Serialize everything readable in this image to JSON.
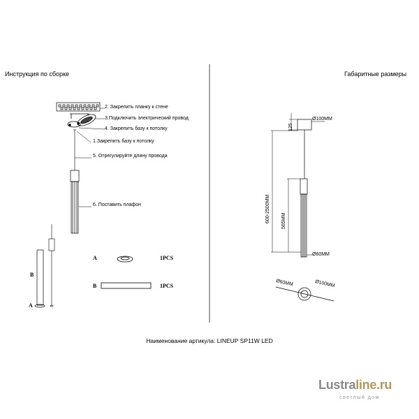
{
  "header": {
    "assembly_title": "Инструкция по сборке",
    "dimensions_title": "Габаритные размеры"
  },
  "steps": [
    {
      "num": "2.",
      "text": "Закрепить планку к стене"
    },
    {
      "num": "3.",
      "text": "Подключить электрический провод"
    },
    {
      "num": "4.",
      "text": "Закрепить базу к потолку"
    },
    {
      "num": "1.",
      "text": "Закрепить базу к потолку"
    },
    {
      "num": "5.",
      "text": "Отрегулируйте длину провода"
    },
    {
      "num": "6.",
      "text": "Поставить плафон"
    }
  ],
  "parts": [
    {
      "letter": "A",
      "qty": "1PCS"
    },
    {
      "letter": "B",
      "qty": "1PCS"
    }
  ],
  "part_labels": {
    "b": "B",
    "a": "A"
  },
  "dimensions": {
    "canopy_height": "125",
    "canopy_diameter": "Ø100MM",
    "cable_length": "600-2500MM",
    "shade_length": "565MM",
    "shade_diameter": "Ø60MM",
    "top_inner": "Ø60MM",
    "top_outer": "Ø100MM"
  },
  "article": "Наименование артикула: LINEUP SP11W LED",
  "watermark": {
    "brand_a": "Lustra",
    "brand_b": "line.ru",
    "tagline": "светлый дом"
  }
}
